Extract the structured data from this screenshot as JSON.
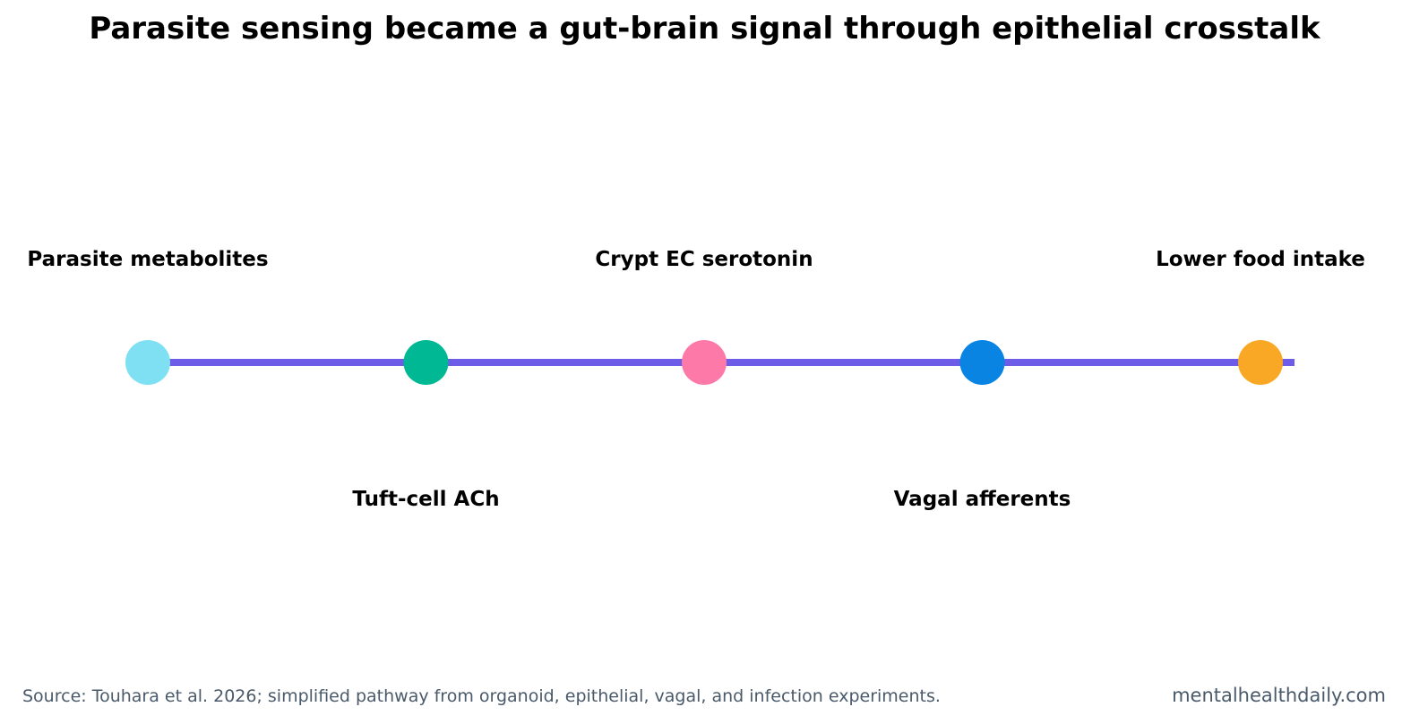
{
  "title": "Parasite sensing became a gut-brain signal through epithelial crosstalk",
  "pathway": {
    "connector_color": "#6c5ce7",
    "steps": [
      {
        "label": "Parasite metabolites",
        "color": "#7ee0f2",
        "label_side": "above"
      },
      {
        "label": "Tuft-cell ACh",
        "color": "#00b894",
        "label_side": "below"
      },
      {
        "label": "Crypt EC serotonin",
        "color": "#fd79a8",
        "label_side": "above"
      },
      {
        "label": "Vagal afferents",
        "color": "#0984e3",
        "label_side": "below"
      },
      {
        "label": "Lower food intake",
        "color": "#f9a826",
        "label_side": "above"
      }
    ]
  },
  "footer": {
    "source": "Source: Touhara et al. 2026; simplified pathway from organoid, epithelial, vagal, and infection experiments.",
    "brand": "mentalhealthdaily.com"
  }
}
